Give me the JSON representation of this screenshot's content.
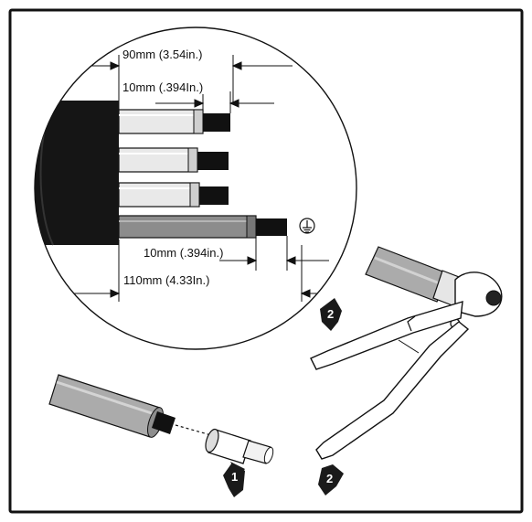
{
  "dimensions": {
    "outer_top": "90mm (3.54in.)",
    "inner_top": "10mm (.394In.)",
    "inner_bottom": "10mm (.394in.)",
    "outer_bottom": "110mm (4.33In.)"
  },
  "steps": {
    "insert_ferrule": "1",
    "crimp_top": "2",
    "crimp_bottom": "2"
  },
  "colors": {
    "line": "#111111",
    "jacket": "#1a1a1a",
    "insulation_light": "#e8e8e8",
    "insulation_ground": "#8c8c8c",
    "conductor": "#111111"
  }
}
